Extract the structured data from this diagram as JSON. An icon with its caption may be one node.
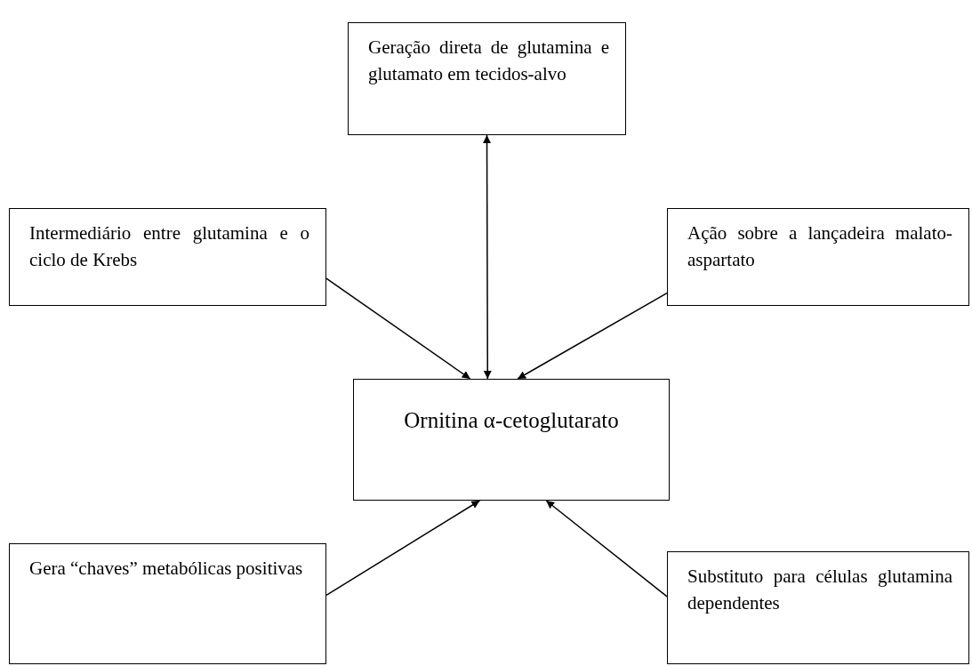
{
  "diagram": {
    "nodes": [
      {
        "text": [
          "Geração direta de glutamina e glutamato em tecidos-alvo"
        ]
      },
      {
        "text": [
          "Intermediário entre glutamina e o ciclo de Krebs"
        ]
      },
      {
        "text": [
          "Ação sobre a lançadeira malato-aspartato"
        ]
      },
      {
        "text": [
          "Ornitina α-cetoglutarato"
        ]
      },
      {
        "text": [
          "Gera “chaves” metabólicas positivas"
        ]
      },
      {
        "text": [
          "Substituto para células glutamina dependentes"
        ]
      }
    ],
    "edges": [
      {
        "from": 0,
        "to": 3,
        "arrow": "both"
      },
      {
        "from": 1,
        "to": 3,
        "arrow": "to"
      },
      {
        "from": 2,
        "to": 3,
        "arrow": "to"
      },
      {
        "from": 4,
        "to": 3,
        "arrow": "to"
      },
      {
        "from": 5,
        "to": 3,
        "arrow": "to"
      }
    ]
  }
}
